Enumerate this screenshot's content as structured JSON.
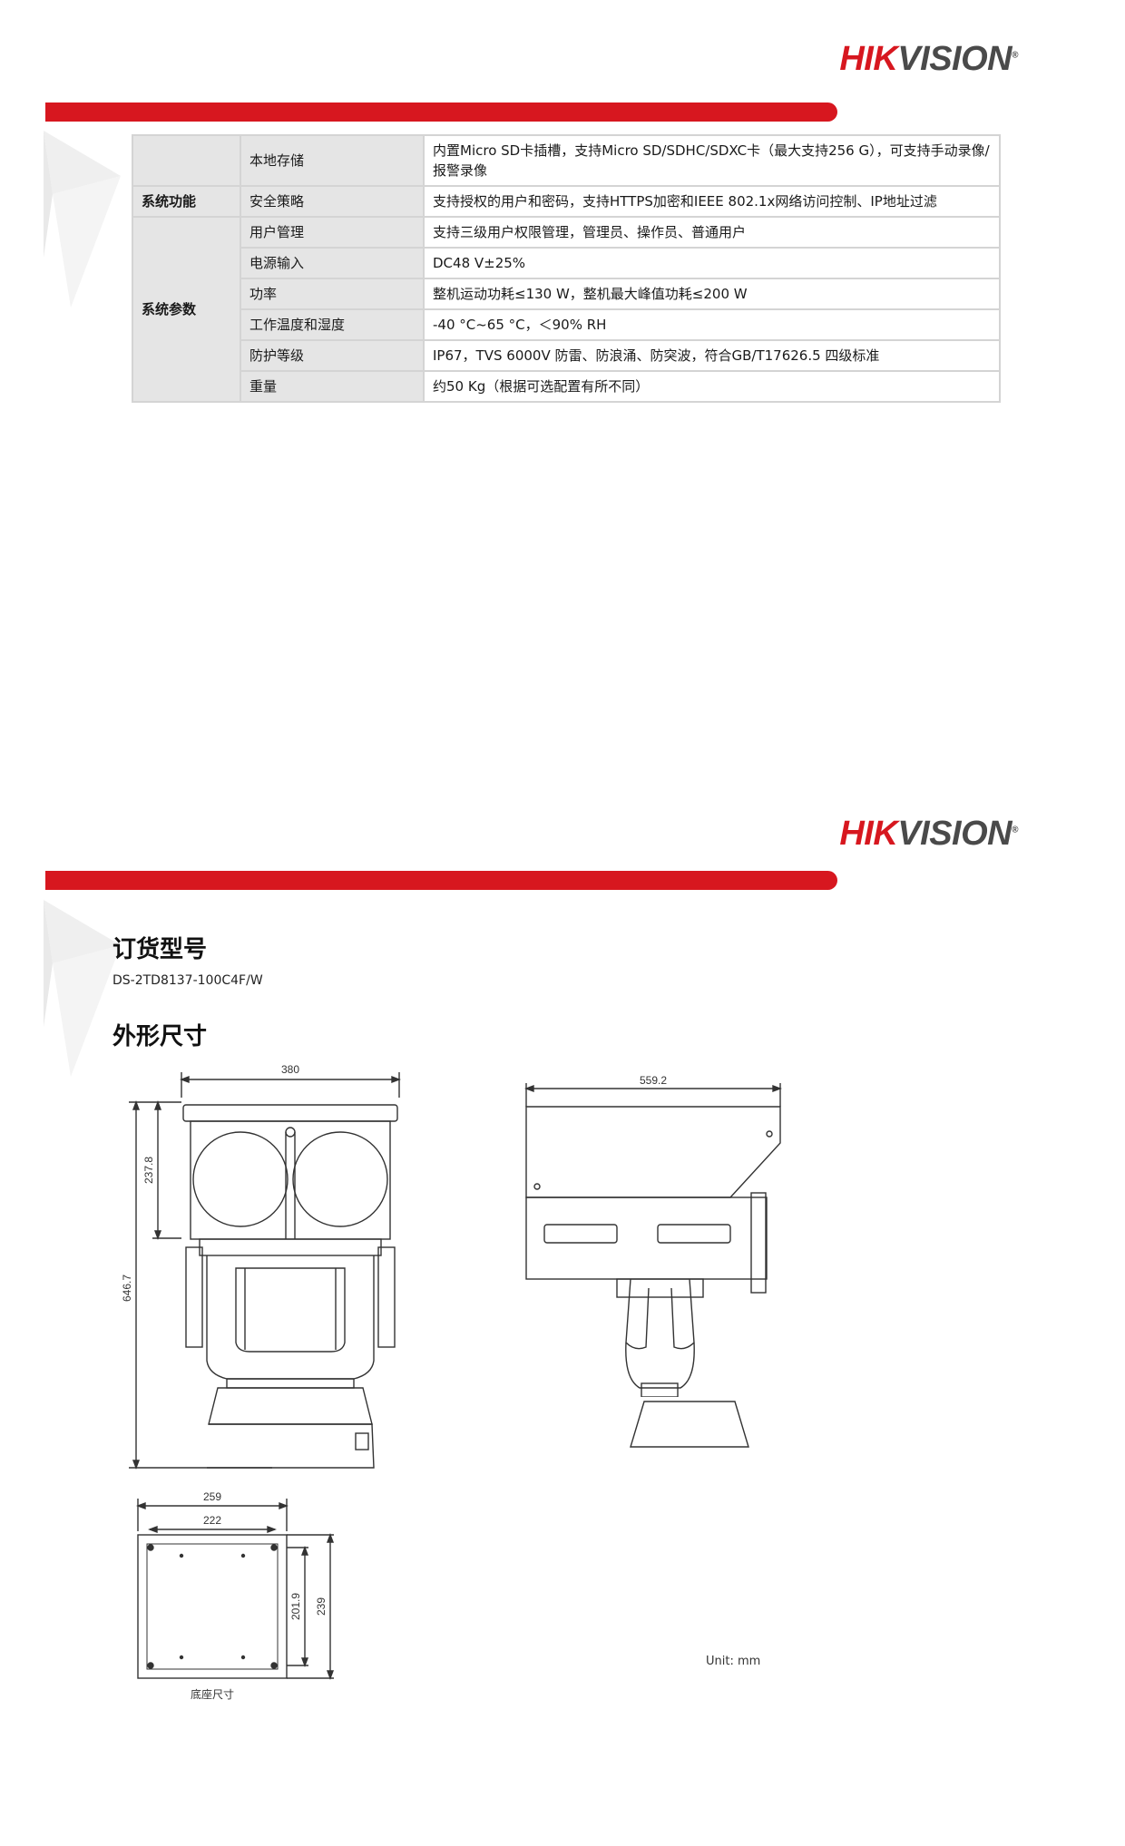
{
  "brand": {
    "hik": "HIK",
    "vision": "VISION",
    "reg": "®"
  },
  "spec_table": {
    "rows": [
      {
        "category": "",
        "item": "本地存储",
        "value": "内置Micro SD卡插槽，支持Micro SD/SDHC/SDXC卡（最大支持256 G），可支持手动录像/报警录像"
      },
      {
        "category": "系统功能",
        "item": "安全策略",
        "value": "支持授权的用户和密码，支持HTTPS加密和IEEE 802.1x网络访问控制、IP地址过滤"
      },
      {
        "category": "系统参数",
        "item": "用户管理",
        "value": "支持三级用户权限管理，管理员、操作员、普通用户"
      },
      {
        "category": "",
        "item": "电源输入",
        "value": "DC48 V±25%"
      },
      {
        "category": "",
        "item": "功率",
        "value": "整机运动功耗≤130 W，整机最大峰值功耗≤200 W"
      },
      {
        "category": "",
        "item": "工作温度和湿度",
        "value": "-40 °C~65 °C，＜90% RH"
      },
      {
        "category": "",
        "item": "防护等级",
        "value": "IP67，TVS 6000V  防雷、防浪涌、防突波，符合GB/T17626.5  四级标准"
      },
      {
        "category": "",
        "item": "重量",
        "value": "约50 Kg（根据可选配置有所不同）"
      }
    ]
  },
  "order": {
    "title": "订货型号",
    "model": "DS-2TD8137-100C4F/W"
  },
  "dimensions": {
    "title": "外形尺寸",
    "front_width": "380",
    "front_top_height": "237.8",
    "front_total_height": "646.7",
    "side_width": "559.2",
    "base_outer": "259",
    "base_inner": "222",
    "base_height_inner": "201.9",
    "base_height_outer": "239",
    "base_label": "底座尺寸",
    "unit": "Unit: mm"
  }
}
